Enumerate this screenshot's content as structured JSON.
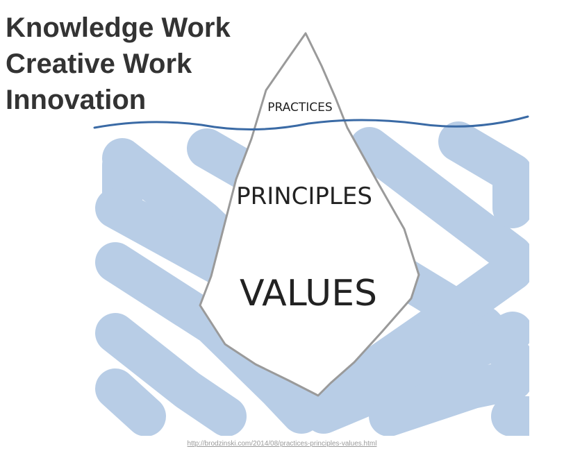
{
  "title_lines": [
    "Knowledge Work",
    "Creative Work",
    "Innovation"
  ],
  "iceberg": {
    "tip_label": "PRACTICES",
    "middle_label": "PRINCIPLES",
    "base_label": "VALUES"
  },
  "source_url": "http://brodzinski.com/2014/08/practices-principles-values.html",
  "colors": {
    "title_text": "#333333",
    "water_scribble": "#b8cde6",
    "waterline": "#3a6aa5",
    "iceberg_outline": "#9a9a9a",
    "iceberg_fill": "#ffffff",
    "label_text": "#222222",
    "source_link": "#9a9a9a"
  }
}
